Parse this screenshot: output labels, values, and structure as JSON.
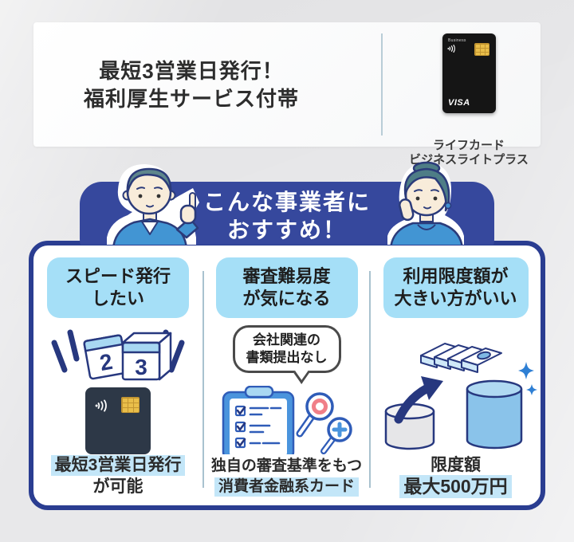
{
  "top_card": {
    "headline_line1": "最短3営業日発行！",
    "headline_line2": "福利厚生サービス付帯",
    "card_brand": "Business",
    "card_network": "VISA",
    "card_label_line1": "ライフカード",
    "card_label_line2": "ビジネスライトプラス"
  },
  "banner": {
    "line1": "こんな事業者に",
    "line2": "おすすめ！"
  },
  "columns": [
    {
      "header_line1": "スピード発行",
      "header_line2": "したい",
      "calendar_day_left": "2",
      "calendar_day_right": "3",
      "caption_line1": "最短3営業日発行",
      "caption_line2": "が可能"
    },
    {
      "header_line1": "審査難易度",
      "header_line2": "が気になる",
      "bubble_line1": "会社関連の",
      "bubble_line2": "書類提出なし",
      "caption_line1": "独自の審査基準をもつ",
      "caption_line2": "消費者金融系カード"
    },
    {
      "header_line1": "利用限度額が",
      "header_line2": "大きい方がいい",
      "caption_line1": "限度額",
      "caption_line2": "最大500万円"
    }
  ],
  "colors": {
    "background": "#e8e8ea",
    "banner_blue": "#36489d",
    "box_border": "#2a3d91",
    "pill_blue": "#a5dff7",
    "highlight_blue": "#c3e6f8",
    "illustration_navy": "#27387f",
    "illustration_blue": "#4295d3",
    "chip_gold": "#e9be4a",
    "magnifier_ring_red": "#f07f88"
  }
}
